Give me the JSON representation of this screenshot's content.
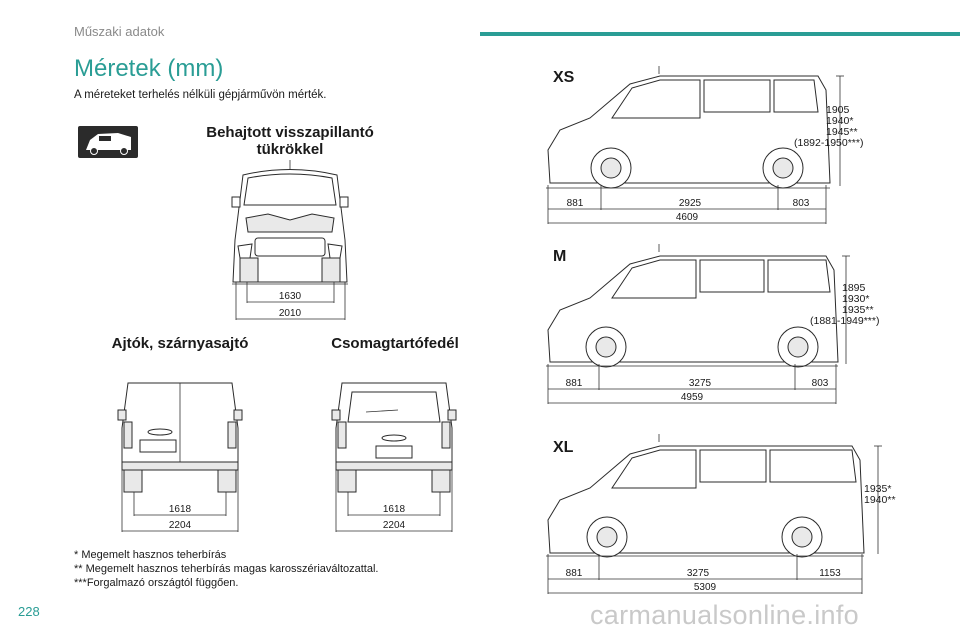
{
  "header": {
    "section": "Műszaki adatok"
  },
  "title": "Méretek (mm)",
  "intro": "A méreteket terhelés nélküli gépjárművön mérték.",
  "front_view": {
    "title_line1": "Behajtott visszapillantó",
    "title_line2": "tükrökkel",
    "track": "1630",
    "width": "2010"
  },
  "rear_doors": {
    "title": "Ajtók, szárnyasajtó",
    "track": "1618",
    "width": "2204"
  },
  "rear_tailgate": {
    "title": "Csomagtartófedél",
    "track": "1618",
    "width": "2204"
  },
  "variants": {
    "xs": {
      "label": "XS",
      "front_overhang": "881",
      "wheelbase": "2925",
      "rear_overhang": "803",
      "length": "4609",
      "heights": [
        "1905",
        "1940*",
        "1945**",
        "(1892-1950***)"
      ]
    },
    "m": {
      "label": "M",
      "front_overhang": "881",
      "wheelbase": "3275",
      "rear_overhang": "803",
      "length": "4959",
      "heights": [
        "1895",
        "1930*",
        "1935**",
        "(1881-1949***)"
      ]
    },
    "xl": {
      "label": "XL",
      "front_overhang": "881",
      "wheelbase": "3275",
      "rear_overhang": "1153",
      "length": "5309",
      "heights": [
        "1935*",
        "1940**"
      ]
    }
  },
  "footnotes": [
    "* Megemelt hasznos teherbírás",
    "** Megemelt hasznos teherbírás magas karosszériaváltozattal.",
    "***Forgalmazó országtól függően."
  ],
  "page_number": "228",
  "watermark": "carmanualsonline.info"
}
